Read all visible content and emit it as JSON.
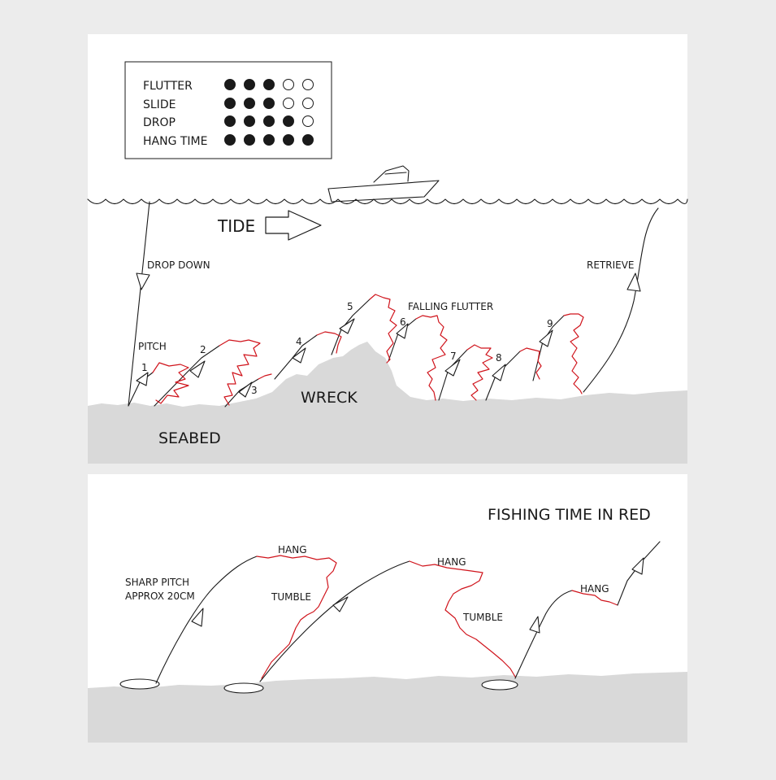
{
  "legend": {
    "rows": [
      {
        "label": "FLUTTER",
        "filled": 3,
        "total": 5
      },
      {
        "label": "SLIDE",
        "filled": 3,
        "total": 5
      },
      {
        "label": "DROP",
        "filled": 4,
        "total": 5
      },
      {
        "label": "HANG TIME",
        "filled": 5,
        "total": 5
      }
    ]
  },
  "top_panel": {
    "tide": "TIDE",
    "drop_down": "DROP DOWN",
    "retrieve": "RETRIEVE",
    "pitch": "PITCH",
    "falling_flutter": "FALLING FLUTTER",
    "wreck": "WRECK",
    "seabed": "SEABED",
    "step_numbers": [
      "1",
      "2",
      "3",
      "4",
      "5",
      "6",
      "7",
      "8",
      "9"
    ]
  },
  "bottom_panel": {
    "title": "FISHING TIME IN RED",
    "sharp_pitch_line1": "SHARP PITCH",
    "sharp_pitch_line2": "APPROX 20CM",
    "hang": "HANG",
    "tumble": "TUMBLE"
  },
  "colors": {
    "fishing_time": "#d0141c",
    "seabed": "#d9d9d9",
    "background": "#ececec",
    "panel": "#ffffff",
    "ink": "#1a1a1a"
  }
}
